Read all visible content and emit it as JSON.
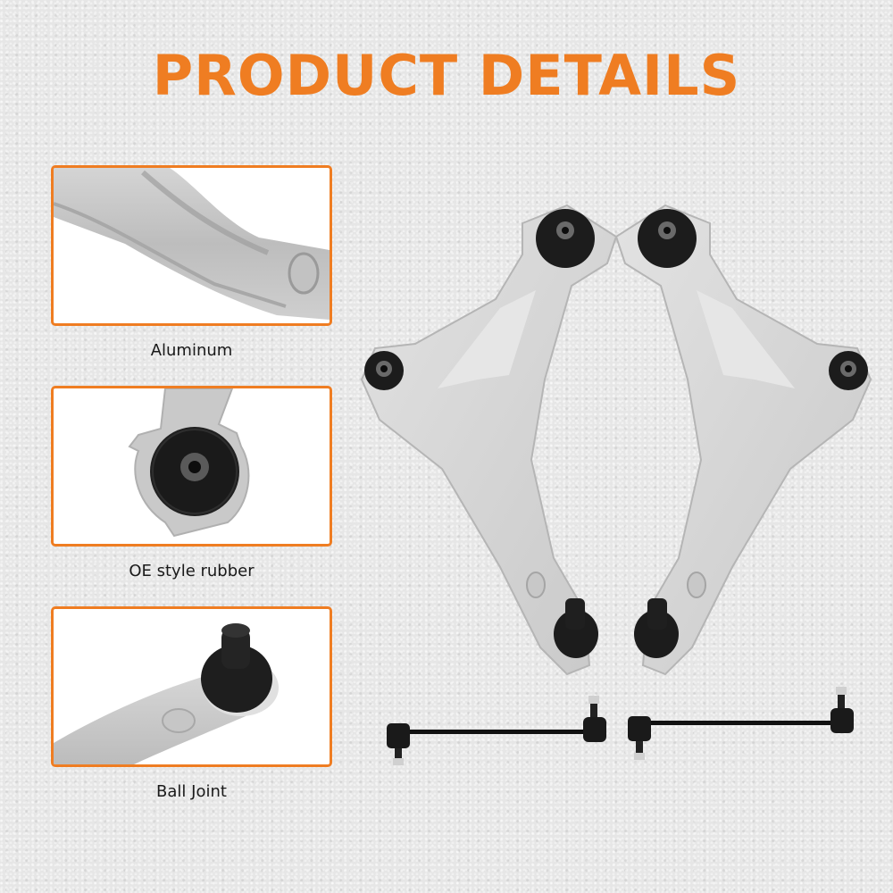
{
  "header": {
    "title": "PRODUCT DETAILS"
  },
  "colors": {
    "accent": "#ef7d22",
    "background": "#e6e6e6",
    "caption_text": "#1a1a1a"
  },
  "features": [
    {
      "label": "Aluminum",
      "image": "control-arm-aluminum-closeup"
    },
    {
      "label": "OE style rubber",
      "image": "rubber-bushing-closeup"
    },
    {
      "label": "Ball Joint",
      "image": "ball-joint-closeup"
    }
  ],
  "product_images": {
    "main": "pair-of-lower-control-arms",
    "secondary": "pair-of-sway-bar-links"
  }
}
